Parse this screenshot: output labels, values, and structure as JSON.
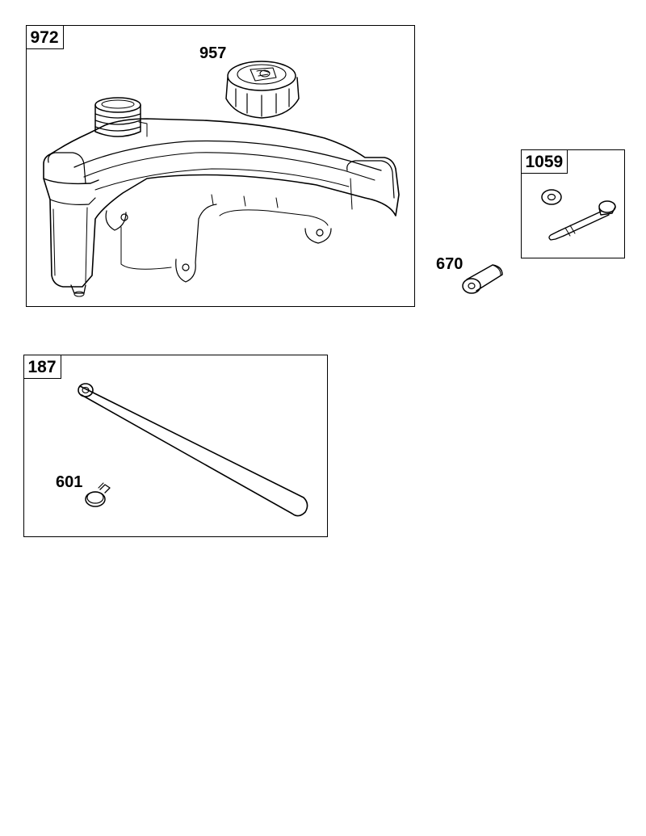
{
  "groups": [
    {
      "id": "972"
    },
    {
      "id": "1059"
    },
    {
      "id": "187"
    }
  ],
  "callouts": {
    "cap": "957",
    "spacer": "670",
    "clamp": "601"
  }
}
